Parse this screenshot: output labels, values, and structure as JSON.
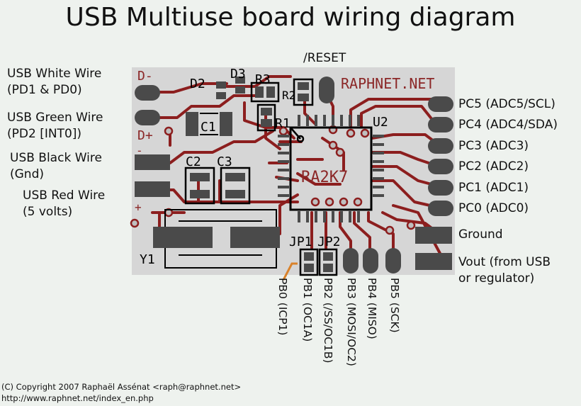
{
  "title": "USB Multiuse board wiring diagram",
  "reset_label": "/RESET",
  "left_labels": {
    "white": "USB White Wire\n(PD1 & PD0)",
    "green": "USB Green Wire\n(PD2 [INT0])",
    "black": "USB Black Wire\n(Gnd)",
    "red": "USB Red Wire\n(5 volts)"
  },
  "right_labels": {
    "pc5": "PC5 (ADC5/SCL)",
    "pc4": "PC4 (ADC4/SDA)",
    "pc3": "PC3 (ADC3)",
    "pc2": "PC2 (ADC2)",
    "pc1": "PC1 (ADC1)",
    "pc0": "PC0 (ADC0)",
    "ground": "Ground",
    "vout": "Vout (from USB\nor regulator)"
  },
  "bottom_labels": {
    "pb0": "PB0 (ICP1)",
    "pb1": "PB1 (OC1A)",
    "pb2": "PB2 (/SS/OC1B)",
    "pb3": "PB3 (MOSI/OC2)",
    "pb4": "PB4 (MISO)",
    "pb5": "PB5 (SCK)"
  },
  "silkscreen": {
    "dminus": "D-",
    "dplus": "D+",
    "d2": "D2",
    "d3": "D3",
    "r3": "R3",
    "r2": "R2",
    "r1": "R1",
    "c1": "C1",
    "c2": "C2",
    "c3": "C3",
    "u2": "U2",
    "y1": "Y1",
    "jp1": "JP1",
    "jp2": "JP2",
    "brand": "RAPHNET.NET",
    "chip": "RA2K7",
    "plus": "+",
    "minus": "-"
  },
  "copyright": {
    "line1": "(C) Copyright 2007 Raphaël Assénat <raph@raphnet.net>",
    "line2": "http://www.raphnet.net/index_en.php"
  },
  "colors": {
    "board": "#d6d6d6",
    "trace": "#8c1e1e",
    "pad": "#4a4a4a",
    "background": "#eef2ee"
  }
}
